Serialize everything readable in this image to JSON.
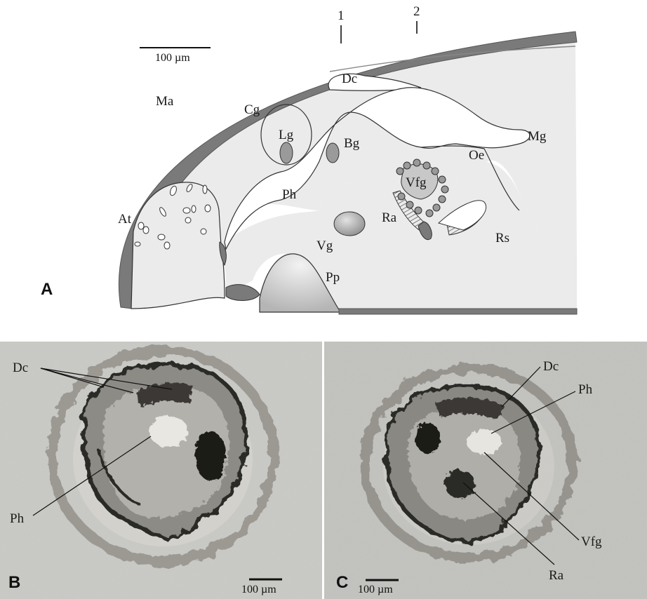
{
  "panel_a": {
    "letter": "A",
    "scale_bar": "100 µm",
    "section_marks": [
      "1",
      "2"
    ],
    "labels": {
      "ma": "Ma",
      "dc": "Dc",
      "cg": "Cg",
      "lg": "Lg",
      "bg": "Bg",
      "mg": "Mg",
      "oe": "Oe",
      "vfg": "Vfg",
      "ph": "Ph",
      "at": "At",
      "ra": "Ra",
      "vg": "Vg",
      "rs": "Rs",
      "pp": "Pp"
    }
  },
  "panel_b": {
    "letter": "B",
    "scale_bar": "100 µm",
    "labels": {
      "dc": "Dc",
      "ph": "Ph"
    }
  },
  "panel_c": {
    "letter": "C",
    "scale_bar": "100 µm",
    "labels": {
      "dc": "Dc",
      "ph": "Ph",
      "vfg": "Vfg",
      "ra": "Ra"
    }
  },
  "colors": {
    "mantle": "#7a7a7a",
    "body_fill": "#ebebeb",
    "organ_fill": "#9a9a9a",
    "photo_bg_b": "#c9c9c5",
    "photo_bg_c": "#c2c2be"
  }
}
